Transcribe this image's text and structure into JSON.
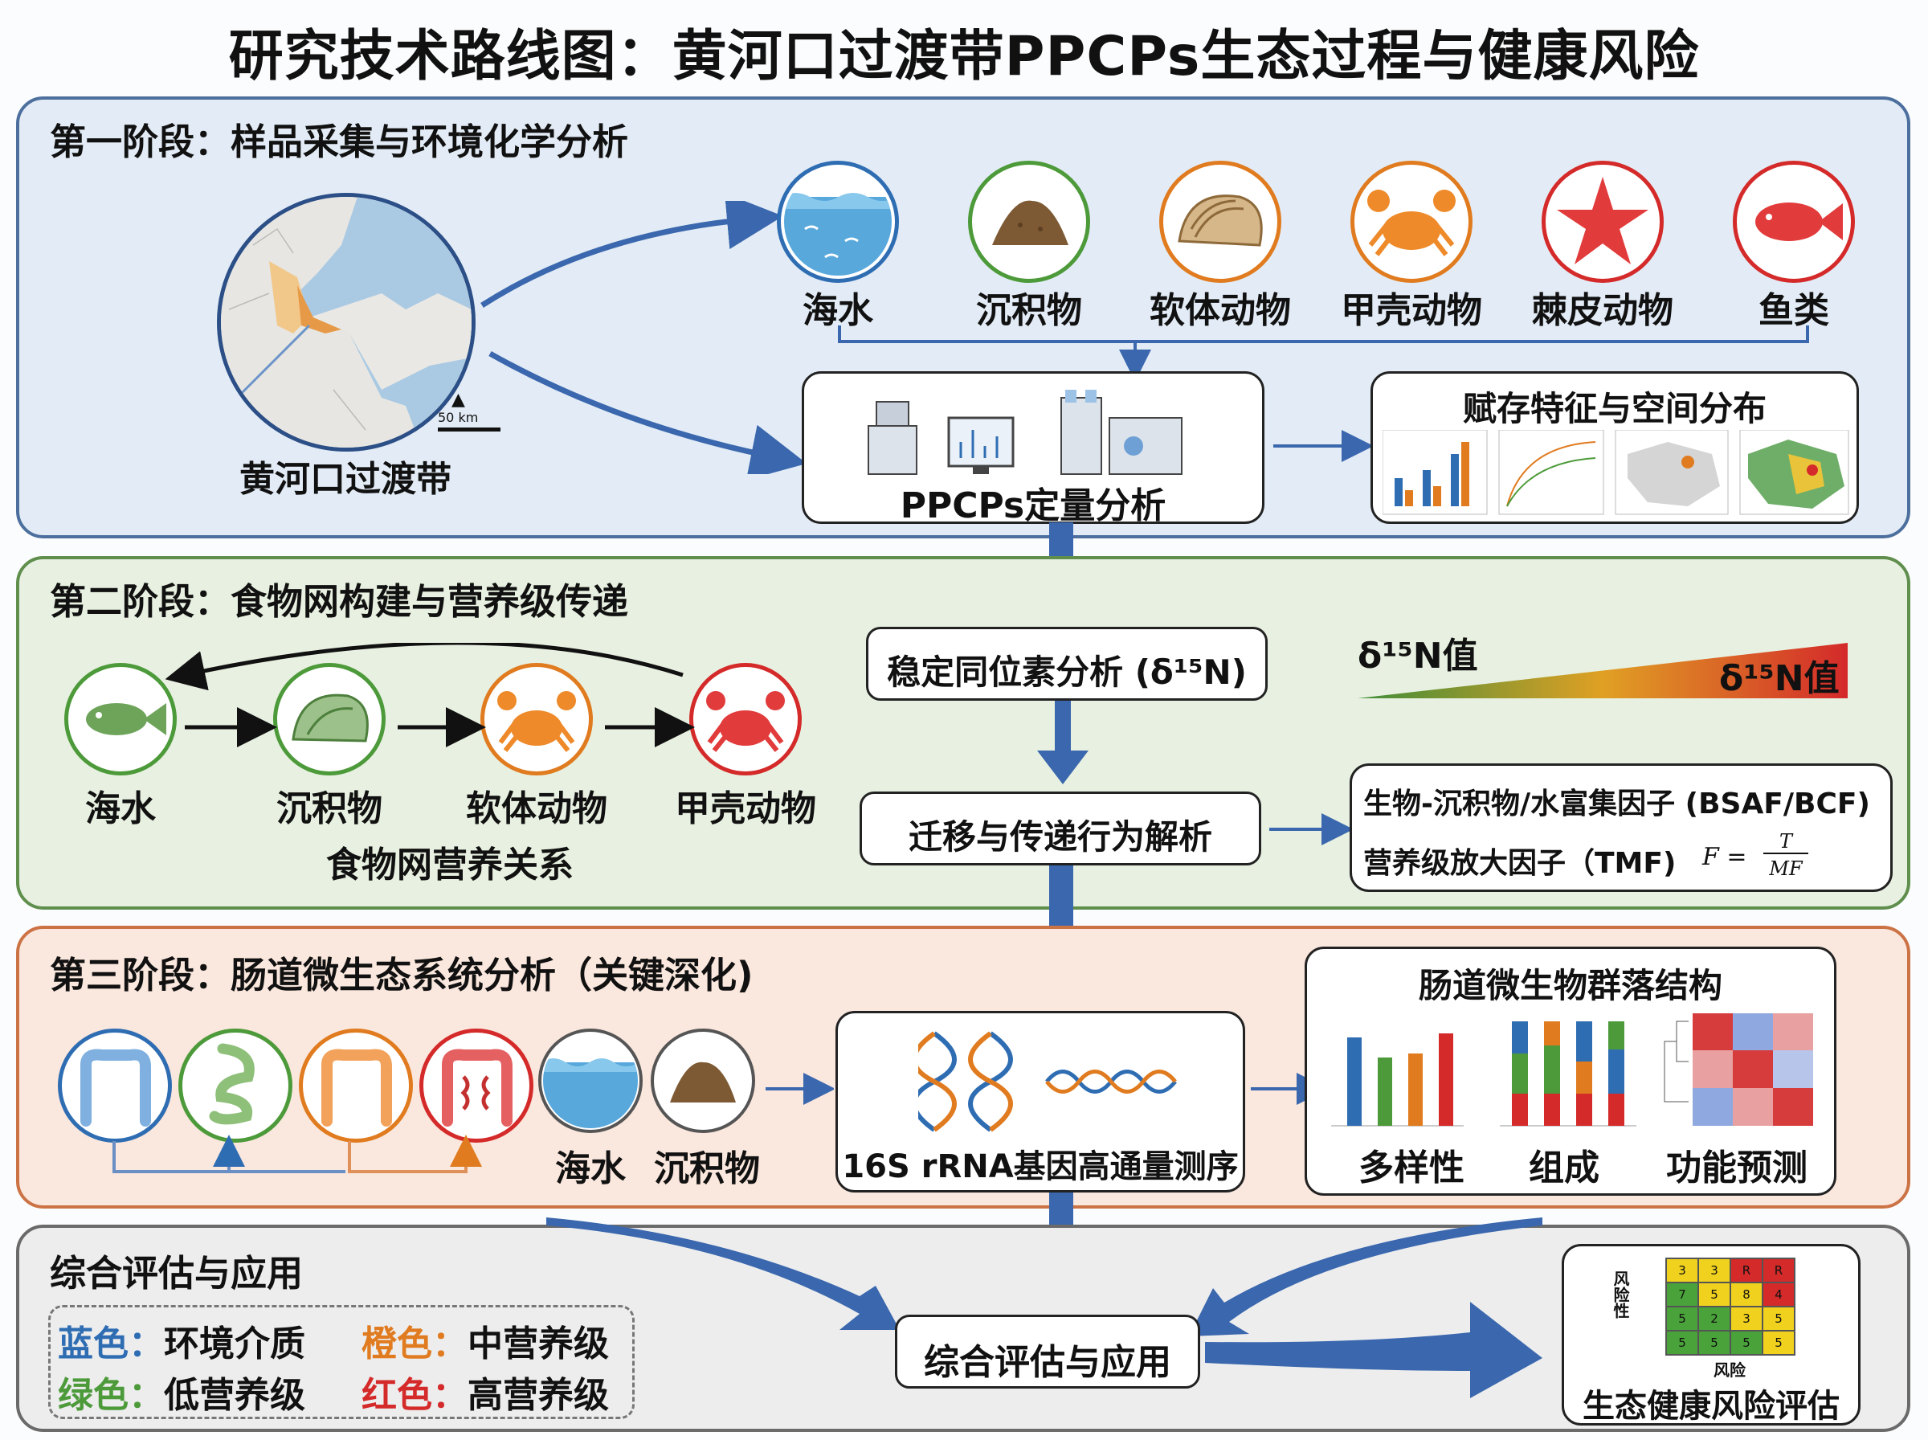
{
  "title": "研究技术路线图：黄河口过渡带PPCPs生态过程与健康风险",
  "stage1": {
    "heading": "第一阶段：样品采集与环境化学分析",
    "map_label": "黄河口过渡带",
    "scale_label": "50 km",
    "samples": [
      "海水",
      "沉积物",
      "软体动物",
      "甲壳动物",
      "棘皮动物",
      "鱼类"
    ],
    "analysis_label": "PPCPs定量分析",
    "distribution_label": "赋存特征与空间分布"
  },
  "stage2": {
    "heading": "第二阶段：食物网构建与营养级传递",
    "foodweb_items": [
      "海水",
      "沉积物",
      "软体动物",
      "甲壳动物"
    ],
    "foodweb_caption": "食物网营养关系",
    "isotope_label": "稳定同位素分析 (δ¹⁵N)",
    "gradient_left": "δ¹⁵N值",
    "gradient_right": "δ¹⁵N值",
    "transfer_label": "迁移与传递行为解析",
    "factor_line1": "生物-沉积物/水富集因子 (BSAF/BCF)",
    "factor_line2": "营养级放大因子（TMF)",
    "formula_lhs": "F =",
    "formula_num": "T",
    "formula_den": "MF"
  },
  "stage3": {
    "heading": "第三阶段：肠道微生态系统分析（关键深化)",
    "env_labels": [
      "海水",
      "沉积物"
    ],
    "sequencing_label": "16S rRNA基因高通量测序",
    "community_title": "肠道微生物群落结构",
    "community_items": [
      "多样性",
      "组成",
      "功能预测"
    ]
  },
  "stage4": {
    "heading": "综合评估与应用",
    "center_label": "综合评估与应用",
    "legend": [
      {
        "key": "蓝色：",
        "value": "环境介质",
        "color": "#2f6db3"
      },
      {
        "key": "橙色：",
        "value": "中营养级",
        "color": "#e07b1f"
      },
      {
        "key": "绿色：",
        "value": "低营养级",
        "color": "#4d9a3a"
      },
      {
        "key": "红色：",
        "value": "高营养级",
        "color": "#d42a2a"
      }
    ],
    "risk_title": "生态健康风险评估",
    "risk_axis_y": "风险性",
    "risk_axis_x": "风险",
    "risk_matrix": [
      [
        "3",
        "3",
        "R",
        "R"
      ],
      [
        "7",
        "5",
        "8",
        "4"
      ],
      [
        "5",
        "2",
        "3",
        "5"
      ],
      [
        "5",
        "5",
        "5",
        "5"
      ]
    ]
  },
  "colors": {
    "blue": "#2f6db3",
    "green": "#4d9a3a",
    "orange": "#e07b1f",
    "red": "#d42a2a"
  }
}
